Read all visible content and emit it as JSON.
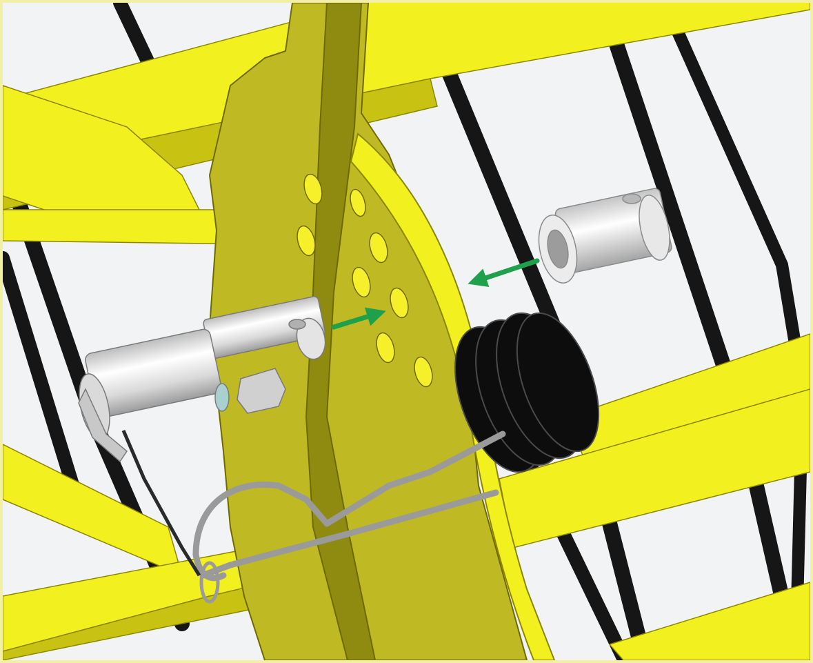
{
  "scene": {
    "kind": "3d-cad-assembly-illustration",
    "colors": {
      "frame_yellow": "#f2f01e",
      "frame_yellow_shade": "#c8c312",
      "plate_olive": "#bfb923",
      "plate_olive_dark": "#8f8a10",
      "hole_yellow": "#f5f02a",
      "black_tube": "#161616",
      "spring_black": "#0d0d0d",
      "pin_silver": "#e4e4e4",
      "pin_shadow": "#a9a9a9",
      "wire_gray": "#9a9a9a",
      "arrow_green": "#1fa04a",
      "background": "#f1f3f5",
      "border": "#f3f0a6"
    },
    "parts": [
      "mounting-plate",
      "curved-arm",
      "spring-coil",
      "clevis-pin",
      "spacer-bushing",
      "lynch-wire",
      "frame-rails",
      "black-tubes"
    ],
    "arrows": [
      {
        "name": "pin-insert-arrow",
        "direction": "toward-plate"
      },
      {
        "name": "bushing-insert-arrow",
        "direction": "toward-plate"
      }
    ]
  }
}
